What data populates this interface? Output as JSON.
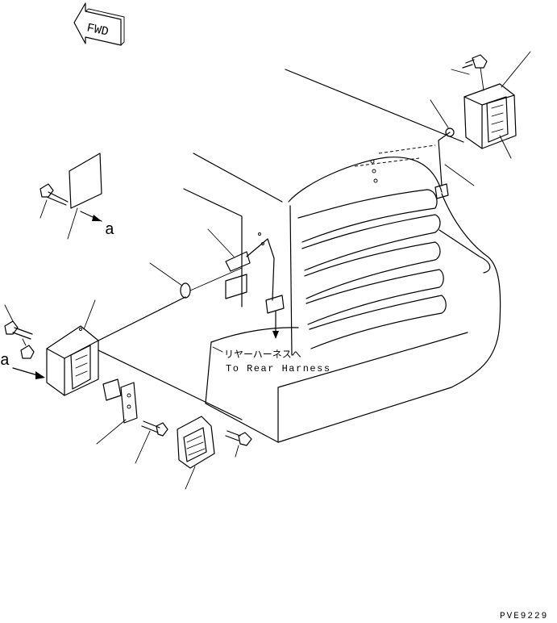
{
  "fwd_label": "FWD",
  "labels": {
    "a_upper": "a",
    "a_lower": "a"
  },
  "harness_note": {
    "japanese": "リヤーハーネスへ",
    "english": "To Rear Harness"
  },
  "drawing_code": "PVE9229"
}
